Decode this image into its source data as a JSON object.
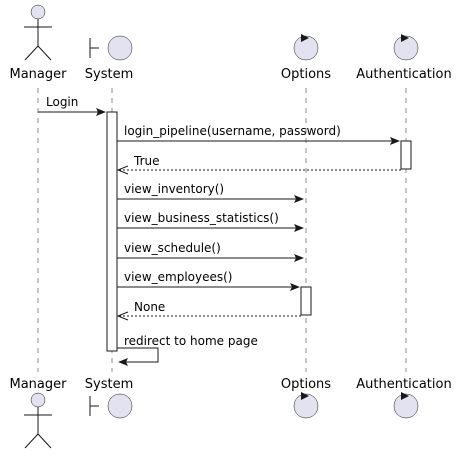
{
  "participants": [
    {
      "id": "manager",
      "label": "Manager",
      "kind": "actor"
    },
    {
      "id": "system",
      "label": "System",
      "kind": "boundary"
    },
    {
      "id": "options",
      "label": "Options",
      "kind": "control"
    },
    {
      "id": "auth",
      "label": "Authentication",
      "kind": "control"
    }
  ],
  "messages": [
    {
      "label": "Login",
      "from": "manager",
      "to": "system",
      "style": "solid"
    },
    {
      "label": "login_pipeline(username, password)",
      "from": "system",
      "to": "auth",
      "style": "solid"
    },
    {
      "label": "True",
      "from": "auth",
      "to": "system",
      "style": "dashed"
    },
    {
      "label": "view_inventory()",
      "from": "system",
      "to": "options",
      "style": "solid"
    },
    {
      "label": "view_business_statistics()",
      "from": "system",
      "to": "options",
      "style": "solid"
    },
    {
      "label": "view_schedule()",
      "from": "system",
      "to": "options",
      "style": "solid"
    },
    {
      "label": "view_employees()",
      "from": "system",
      "to": "options",
      "style": "solid"
    },
    {
      "label": "None",
      "from": "options",
      "to": "system",
      "style": "dashed"
    },
    {
      "label": "redirect to home page",
      "from": "system",
      "to": "system",
      "style": "self"
    }
  ],
  "colors": {
    "participant_fill": "#E2E2F0",
    "line": "#181818"
  }
}
